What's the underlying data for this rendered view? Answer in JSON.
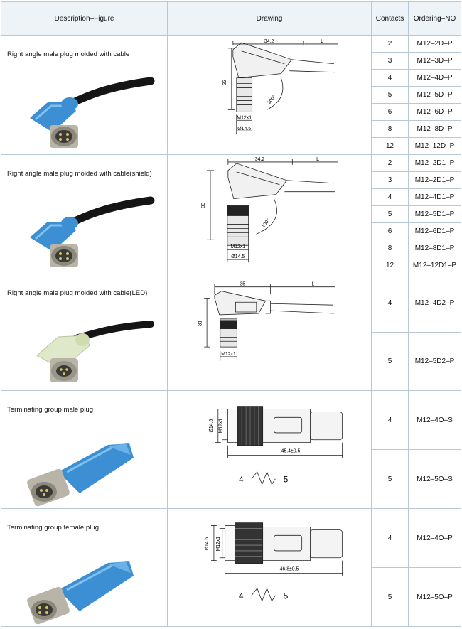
{
  "header": {
    "description": "Description–Figure",
    "drawing": "Drawing",
    "contacts": "Contacts",
    "ordering": "Ordering–NO"
  },
  "products": [
    {
      "title": "Right angle male plug molded with cable",
      "dims": {
        "width": "34.2",
        "cable": "L",
        "height": "33",
        "thread": "M12x1",
        "dia": "Ø14.5",
        "angle": "100°"
      },
      "rows": [
        {
          "contacts": "2",
          "ordering": "M12–2D–P"
        },
        {
          "contacts": "3",
          "ordering": "M12–3D–P"
        },
        {
          "contacts": "4",
          "ordering": "M12–4D–P"
        },
        {
          "contacts": "5",
          "ordering": "M12–5D–P"
        },
        {
          "contacts": "6",
          "ordering": "M12–6D–P"
        },
        {
          "contacts": "8",
          "ordering": "M12–8D–P"
        },
        {
          "contacts": "12",
          "ordering": "M12–12D–P"
        }
      ]
    },
    {
      "title": "Right angle male plug molded with cable(shield)",
      "dims": {
        "width": "34.2",
        "cable": "L",
        "height": "33",
        "thread": "M12x1",
        "dia": "Ø14.5",
        "angle": "100°"
      },
      "rows": [
        {
          "contacts": "2",
          "ordering": "M12–2D1–P"
        },
        {
          "contacts": "3",
          "ordering": "M12–2D1–P"
        },
        {
          "contacts": "4",
          "ordering": "M12–4D1–P"
        },
        {
          "contacts": "5",
          "ordering": "M12–5D1–P"
        },
        {
          "contacts": "6",
          "ordering": "M12–6D1–P"
        },
        {
          "contacts": "8",
          "ordering": "M12–8D1–P"
        },
        {
          "contacts": "12",
          "ordering": "M12–12D1–P"
        }
      ]
    },
    {
      "title": "Right angle male plug molded with cable(LED)",
      "dims": {
        "width": "35",
        "cable": "L",
        "height": "31",
        "thread": "M12x1"
      },
      "rows": [
        {
          "contacts": "4",
          "ordering": "M12–4D2–P"
        },
        {
          "contacts": "5",
          "ordering": "M12–5D2–P"
        }
      ]
    },
    {
      "title": "Terminating group male plug",
      "dims": {
        "dia": "Ø14.5",
        "thread": "M12x1",
        "length": "45.4±0.5",
        "range_from": "4",
        "range_to": "5"
      },
      "rows": [
        {
          "contacts": "4",
          "ordering": "M12–4O–S"
        },
        {
          "contacts": "5",
          "ordering": "M12–5O–S"
        }
      ]
    },
    {
      "title": "Terminating group female plug",
      "dims": {
        "dia": "Ø14.5",
        "thread": "M12x1",
        "length": "46.8±0.5",
        "range_from": "4",
        "range_to": "5"
      },
      "rows": [
        {
          "contacts": "4",
          "ordering": "M12–4O–P"
        },
        {
          "contacts": "5",
          "ordering": "M12–5O–P"
        }
      ]
    }
  ],
  "colors": {
    "border": "#b9c8d6",
    "header_bg": "#eef3f8",
    "connector_blue": "#3d8fd4",
    "cable_black": "#151515",
    "metal": "#b8b4a8",
    "led_body": "#dfe8c8"
  },
  "icons": [
    "right-angle-plug-photo",
    "right-angle-shield-plug-photo",
    "right-angle-led-plug-photo",
    "straight-male-plug-photo",
    "straight-female-plug-photo"
  ]
}
